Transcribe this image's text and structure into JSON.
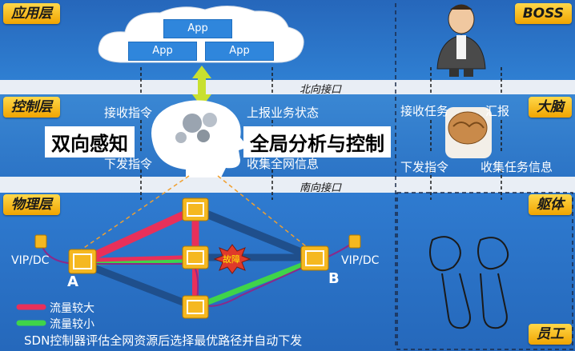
{
  "layers": {
    "app": "应用层",
    "control": "控制层",
    "physical": "物理层"
  },
  "roles": {
    "boss": "BOSS",
    "brain": "大脑",
    "body": "躯体",
    "staff": "员工"
  },
  "apps": [
    "App",
    "App",
    "App"
  ],
  "interfaces": {
    "north": "北向接口",
    "south": "南向接口"
  },
  "control": {
    "receive_cmd": "接收指令",
    "report_status": "上报业务状态",
    "send_cmd": "下发指令",
    "collect_info": "收集全网信息",
    "bidirectional": "双向感知",
    "global_analysis": "全局分析与控制"
  },
  "brain_side": {
    "receive_task": "接收任务",
    "report": "汇报",
    "send_cmd": "下发指令",
    "collect_task_info": "收集任务信息"
  },
  "network": {
    "vip_dc_left": "VIP/DC",
    "vip_dc_right": "VIP/DC",
    "node_a": "A",
    "node_b": "B",
    "fault": "故障"
  },
  "legend": {
    "high": "流量较大",
    "low": "流量较小"
  },
  "colors": {
    "high": "#e8305a",
    "low": "#3fd44a",
    "path": "#8a2a8a"
  },
  "caption": "SDN控制器评估全网资源后选择最优路径并自动下发"
}
